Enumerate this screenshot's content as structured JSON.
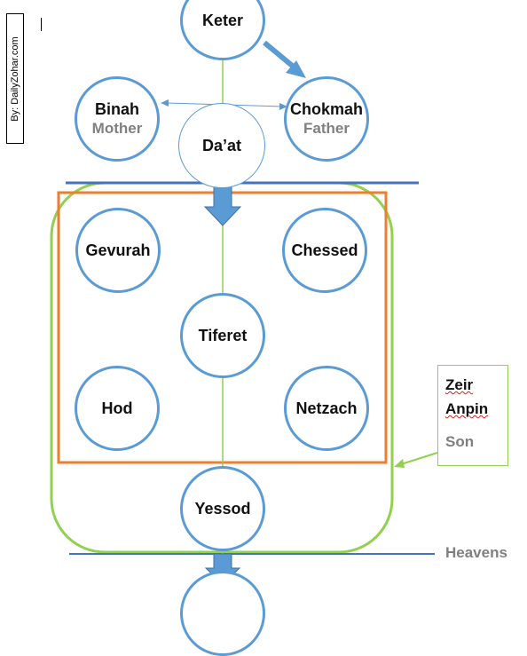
{
  "credit": "By: DailyZohar.com",
  "nodes": {
    "keter": "Keter",
    "binah": "Binah",
    "binah_sub": "Mother",
    "chokmah": "Chokmah",
    "chokmah_sub": "Father",
    "daat": "Da’at",
    "gevurah": "Gevurah",
    "chessed": "Chessed",
    "tiferet": "Tiferet",
    "hod": "Hod",
    "netzach": "Netzach",
    "yessod": "Yessod"
  },
  "zeir_anpin": {
    "line1": "Zeir",
    "line2": "Anpin",
    "sub": "Son"
  },
  "heavens": "Heavens",
  "colors": {
    "node_border": "#5b9bd5",
    "green": "#92d050",
    "orange": "#ed7d31",
    "blue_line": "#4472c4"
  }
}
